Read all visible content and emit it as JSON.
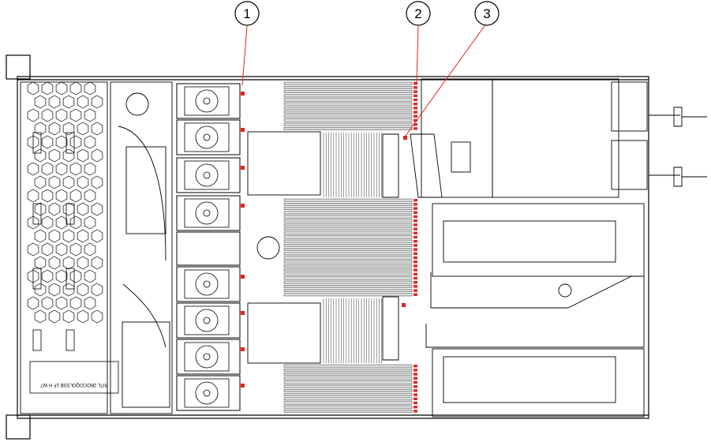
{
  "diagram": {
    "callouts": [
      {
        "number": "1"
      },
      {
        "number": "2"
      },
      {
        "number": "3"
      }
    ],
    "rotated_label": "RITL 2BOCOQOLSSB 1F H W7",
    "colors": {
      "outline": "#000000",
      "indicator": "#e8231f",
      "leader": "#e8231f",
      "background": "#ffffff",
      "shade": "#d9d9d9"
    }
  }
}
